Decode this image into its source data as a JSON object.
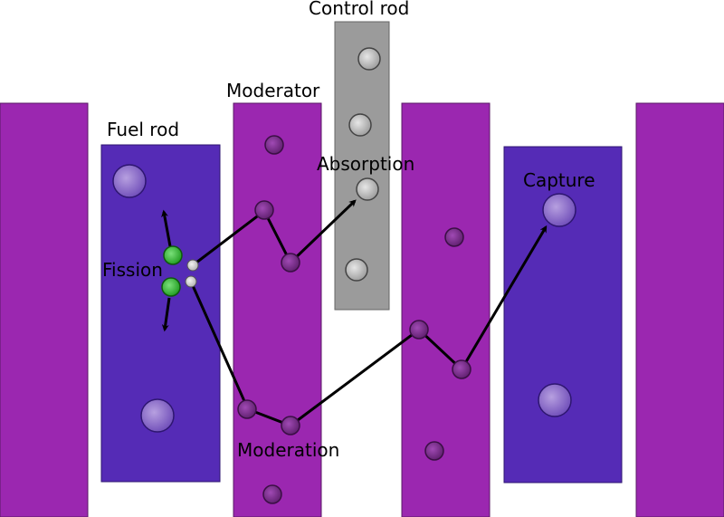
{
  "labels": {
    "control_rod": "Control rod",
    "moderator": "Moderator",
    "fuel_rod": "Fuel rod",
    "absorption": "Absorption",
    "capture": "Capture",
    "fission": "Fission",
    "moderation": "Moderation"
  },
  "colors": {
    "moderator": "#9b27b0",
    "fuel": "#552bb6",
    "control_rod": "#9b9b9b",
    "fission_fragment": "#2eb82e",
    "neutron": "#c8c8c8",
    "moderator_atom": "#7a2a8c",
    "outline": "#333333",
    "path": "#000000"
  },
  "legend_icons": [
    "arrow-icon"
  ]
}
